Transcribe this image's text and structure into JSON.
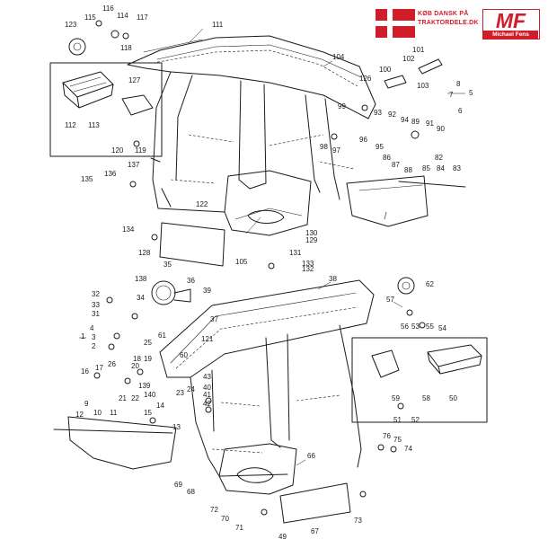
{
  "brand": {
    "flag_colors": {
      "red": "#d11d2a",
      "white": "#ffffff"
    },
    "tagline_line1": "KØB DANSK PÅ",
    "tagline_line2": "TRAKTORDELE.DK",
    "logo_text": "MF",
    "logo_name": "Michael Fens"
  },
  "part_numbers": {
    "top": [
      "111",
      "115",
      "116",
      "114",
      "117",
      "118",
      "123",
      "104",
      "100",
      "101",
      "102",
      "103",
      "8",
      "7",
      "5",
      "6",
      "126",
      "99",
      "127",
      "112",
      "113",
      "120",
      "119",
      "93",
      "92",
      "94",
      "89",
      "91",
      "90",
      "98",
      "97",
      "96",
      "95",
      "86",
      "87",
      "88",
      "85",
      "84",
      "83",
      "82",
      "136",
      "137",
      "135",
      "122",
      "130",
      "129",
      "134",
      "128",
      "105",
      "131",
      "133",
      "132"
    ],
    "bottom": [
      "38",
      "35",
      "36",
      "138",
      "32",
      "34",
      "33",
      "31",
      "39",
      "37",
      "62",
      "57",
      "56",
      "53",
      "55",
      "54",
      "4",
      "3",
      "2",
      "1",
      "25",
      "61",
      "121",
      "60",
      "18",
      "19",
      "20",
      "16",
      "17",
      "26",
      "21",
      "22",
      "139",
      "140",
      "23",
      "24",
      "43",
      "40",
      "41",
      "42",
      "15",
      "14",
      "9",
      "10",
      "11",
      "12",
      "13",
      "59",
      "58",
      "50",
      "51",
      "52",
      "76",
      "75",
      "74",
      "66",
      "69",
      "68",
      "72",
      "70",
      "71",
      "49",
      "67",
      "73"
    ]
  }
}
